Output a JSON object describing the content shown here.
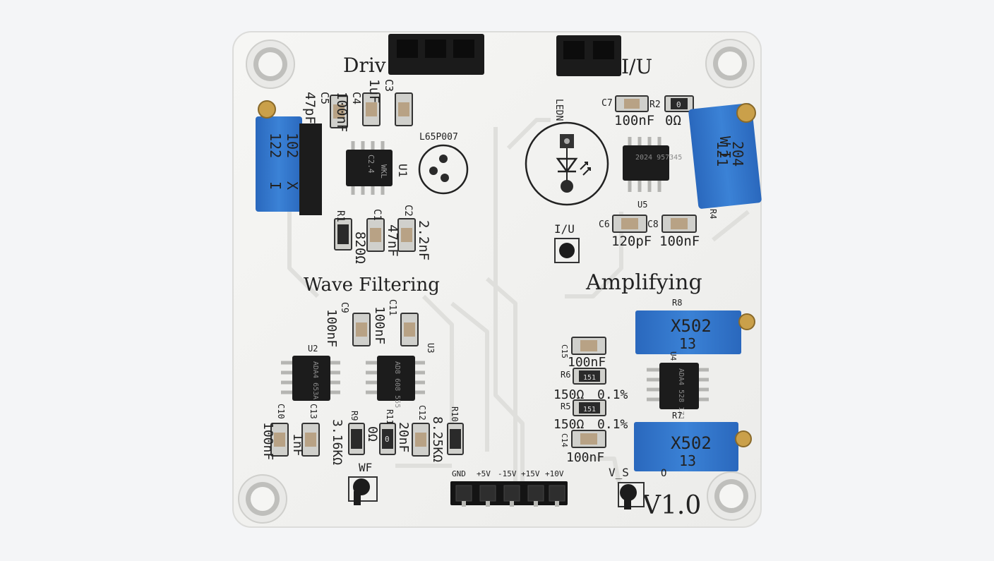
{
  "colors": {
    "background": "#f4f5f7",
    "pcb": "#f3f3f1",
    "silkscreen": "#222222",
    "trace": "#dcdcd8",
    "trimmer": "#2f73c9",
    "chip": "#1c1c1c",
    "pad": "#c9c9c6"
  },
  "board": {
    "sections": {
      "drive": "Driv",
      "iu": "I/U",
      "wave_filtering": "Wave Filtering",
      "amplifying": "Amplifying",
      "version": "V1.0"
    },
    "drive_components": {
      "c5": {
        "ref": "C5",
        "value": "47pF"
      },
      "c4": {
        "ref": "C4",
        "value": "100nF"
      },
      "c3": {
        "ref": "C3",
        "value": "1uF"
      },
      "r1": {
        "ref": "R1",
        "value": "820Ω"
      },
      "c1": {
        "ref": "C1",
        "value": "47nF"
      },
      "c2": {
        "ref": "C2",
        "value": "2.2nF"
      },
      "u1": {
        "ref": "U1",
        "marking": "WKL",
        "marking2": "C2.4"
      },
      "led_label": "L65P007",
      "trimmer": {
        "line1": "102",
        "line2": "122",
        "line3": "X",
        "line4": "I"
      }
    },
    "iu_components": {
      "ledn_label": "LEDN",
      "c7": {
        "ref": "C7",
        "value": "100nF"
      },
      "r2": {
        "ref": "R2",
        "value": "0Ω",
        "marking": "0"
      },
      "u5": {
        "ref": "U5",
        "marking": "2024\n957345"
      },
      "c6": {
        "ref": "C6",
        "value": "120pF"
      },
      "c8": {
        "ref": "C8",
        "value": "100nF"
      },
      "r4": {
        "ref": "R4"
      },
      "test_point": "I/U",
      "trimmer": {
        "line1": "204",
        "line2": "W",
        "line3": "121",
        "line4": "I"
      }
    },
    "filter_components": {
      "c9": {
        "ref": "C9",
        "value": "100nF"
      },
      "c11": {
        "ref": "C11",
        "value": "100nF"
      },
      "u2": {
        "ref": "U2",
        "marking": "ADA4\n653A"
      },
      "u3": {
        "ref": "U3",
        "marking": "AD8\n608\n555"
      },
      "c10": {
        "ref": "C10",
        "value": "100nF"
      },
      "c13": {
        "ref": "C13",
        "value": "1nF"
      },
      "r9": {
        "ref": "R9",
        "value": "3.16KΩ"
      },
      "r11": {
        "ref": "R11",
        "value": "0Ω",
        "marking": "0"
      },
      "c12": {
        "ref": "C12",
        "value": "20nF"
      },
      "r10": {
        "ref": "R10",
        "value": "8.25KΩ"
      },
      "test_point": "WF"
    },
    "amp_components": {
      "r8": {
        "ref": "R8",
        "marking": "X502",
        "marking2": "13"
      },
      "r7": {
        "ref": "R7",
        "marking": "X502",
        "marking2": "13"
      },
      "c15": {
        "ref": "C15",
        "value": "100nF"
      },
      "r6": {
        "ref": "R6",
        "value": "150Ω",
        "tolerance": "0.1%",
        "marking": "151"
      },
      "r5": {
        "ref": "R5",
        "value": "150Ω",
        "tolerance": "0.1%",
        "marking": "151"
      },
      "c14": {
        "ref": "C14",
        "value": "100nF"
      },
      "u4": {
        "ref": "U4",
        "marking": "ADA4\n528\n1ZJ"
      },
      "test_point": "V_S",
      "test_point_extra": "O"
    },
    "power_header": [
      "GND",
      "+5V",
      "-15V",
      "+15V",
      "+10V"
    ]
  }
}
